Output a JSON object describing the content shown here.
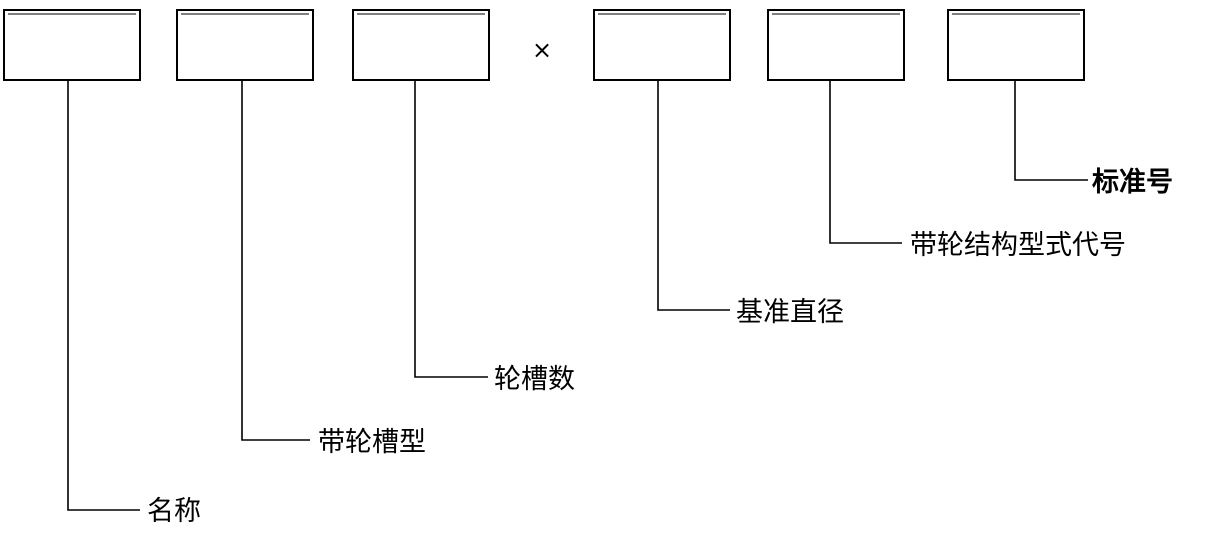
{
  "separator": "×",
  "fields": [
    {
      "id": "name",
      "label": "名称"
    },
    {
      "id": "groove-type",
      "label": "带轮槽型"
    },
    {
      "id": "groove-count",
      "label": "轮槽数"
    },
    {
      "id": "datum-diameter",
      "label": "基准直径"
    },
    {
      "id": "structure-code",
      "label": "带轮结构型式代号"
    },
    {
      "id": "standard-number",
      "label": "标准号"
    }
  ]
}
